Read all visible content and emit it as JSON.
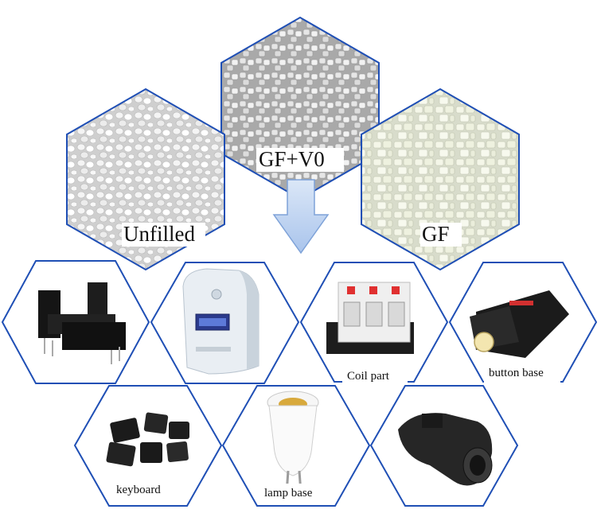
{
  "materials": {
    "unfilled": "Unfilled",
    "gf_v0": "GF+V0",
    "gf": "GF"
  },
  "applications": {
    "coil_part": "Coil part",
    "button_base": "button base",
    "keyboard": "keyboard",
    "lamp_base": "lamp base"
  },
  "colors": {
    "hex_border": "#1f4fb5",
    "arrow_fill": "#bcd3f2",
    "arrow_stroke": "#7ea2d8"
  }
}
